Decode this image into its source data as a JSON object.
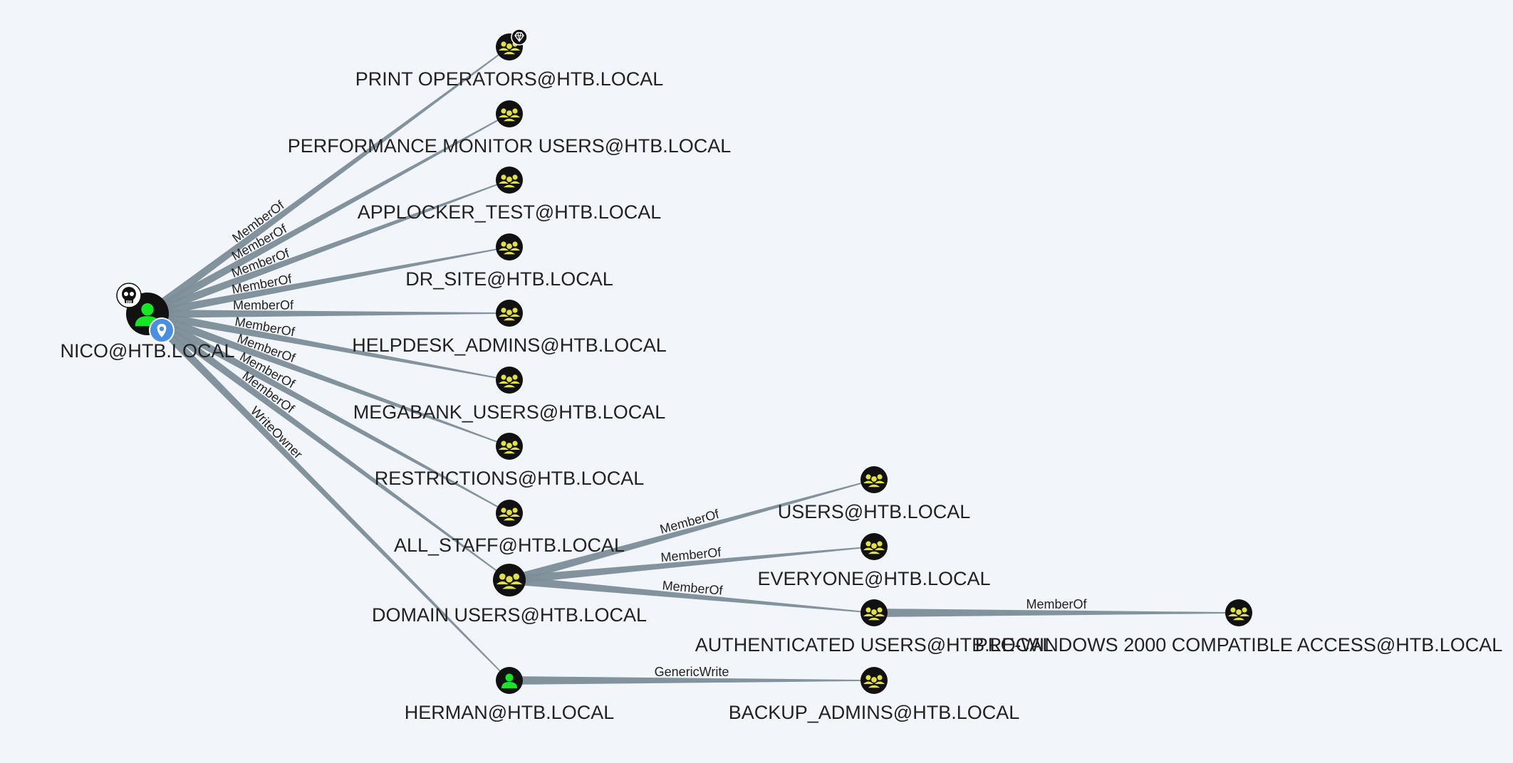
{
  "colors": {
    "background": "#f2f5f9",
    "edge": "#7b8d98",
    "group_icon": "#e3e141",
    "user_icon": "#17e625",
    "node_fill": "#111111",
    "location_badge": "#4a90e2",
    "label": "#222222"
  },
  "graph": {
    "nodes": [
      {
        "id": "nico",
        "label": "NICO@HTB.LOCAL",
        "kind": "user",
        "icon": "user-icon",
        "badges": [
          "skull-icon",
          "location-pin-icon"
        ]
      },
      {
        "id": "print_operators",
        "label": "PRINT OPERATORS@HTB.LOCAL",
        "kind": "group",
        "icon": "group-icon",
        "badges": [
          "gem-icon"
        ]
      },
      {
        "id": "perf_monitor",
        "label": "PERFORMANCE MONITOR USERS@HTB.LOCAL",
        "kind": "group",
        "icon": "group-icon",
        "badges": []
      },
      {
        "id": "applocker",
        "label": "APPLOCKER_TEST@HTB.LOCAL",
        "kind": "group",
        "icon": "group-icon",
        "badges": []
      },
      {
        "id": "dr_site",
        "label": "DR_SITE@HTB.LOCAL",
        "kind": "group",
        "icon": "group-icon",
        "badges": []
      },
      {
        "id": "helpdesk",
        "label": "HELPDESK_ADMINS@HTB.LOCAL",
        "kind": "group",
        "icon": "group-icon",
        "badges": []
      },
      {
        "id": "megabank",
        "label": "MEGABANK_USERS@HTB.LOCAL",
        "kind": "group",
        "icon": "group-icon",
        "badges": []
      },
      {
        "id": "restrictions",
        "label": "RESTRICTIONS@HTB.LOCAL",
        "kind": "group",
        "icon": "group-icon",
        "badges": []
      },
      {
        "id": "all_staff",
        "label": "ALL_STAFF@HTB.LOCAL",
        "kind": "group",
        "icon": "group-icon",
        "badges": []
      },
      {
        "id": "domain_users",
        "label": "DOMAIN USERS@HTB.LOCAL",
        "kind": "group",
        "icon": "group-icon",
        "badges": []
      },
      {
        "id": "herman",
        "label": "HERMAN@HTB.LOCAL",
        "kind": "user",
        "icon": "user-icon",
        "badges": []
      },
      {
        "id": "users",
        "label": "USERS@HTB.LOCAL",
        "kind": "group",
        "icon": "group-icon",
        "badges": []
      },
      {
        "id": "everyone",
        "label": "EVERYONE@HTB.LOCAL",
        "kind": "group",
        "icon": "group-icon",
        "badges": []
      },
      {
        "id": "auth_users",
        "label": "AUTHENTICATED USERS@HTB.LOCAL",
        "kind": "group",
        "icon": "group-icon",
        "badges": []
      },
      {
        "id": "pre_win2000",
        "label": "PRE-WINDOWS 2000 COMPATIBLE ACCESS@HTB.LOCAL",
        "kind": "group",
        "icon": "group-icon",
        "badges": []
      },
      {
        "id": "backup_admins",
        "label": "BACKUP_ADMINS@HTB.LOCAL",
        "kind": "group",
        "icon": "group-icon",
        "badges": []
      }
    ],
    "edges": [
      {
        "source": "nico",
        "target": "print_operators",
        "label": "MemberOf"
      },
      {
        "source": "nico",
        "target": "perf_monitor",
        "label": "MemberOf"
      },
      {
        "source": "nico",
        "target": "applocker",
        "label": "MemberOf"
      },
      {
        "source": "nico",
        "target": "dr_site",
        "label": "MemberOf"
      },
      {
        "source": "nico",
        "target": "helpdesk",
        "label": "MemberOf"
      },
      {
        "source": "nico",
        "target": "megabank",
        "label": "MemberOf"
      },
      {
        "source": "nico",
        "target": "restrictions",
        "label": "MemberOf"
      },
      {
        "source": "nico",
        "target": "all_staff",
        "label": "MemberOf"
      },
      {
        "source": "nico",
        "target": "domain_users",
        "label": "MemberOf"
      },
      {
        "source": "nico",
        "target": "herman",
        "label": "WriteOwner"
      },
      {
        "source": "domain_users",
        "target": "users",
        "label": "MemberOf"
      },
      {
        "source": "domain_users",
        "target": "everyone",
        "label": "MemberOf"
      },
      {
        "source": "domain_users",
        "target": "auth_users",
        "label": "MemberOf"
      },
      {
        "source": "auth_users",
        "target": "pre_win2000",
        "label": "MemberOf"
      },
      {
        "source": "herman",
        "target": "backup_admins",
        "label": "GenericWrite"
      }
    ]
  }
}
